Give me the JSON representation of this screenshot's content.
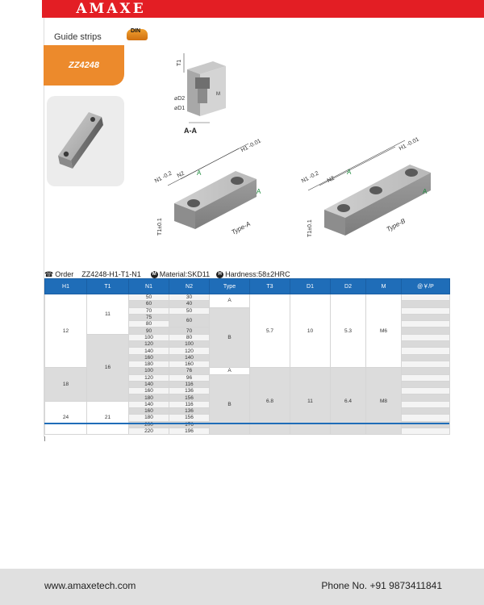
{
  "brand": {
    "logo_text": "AMAXE"
  },
  "header": {
    "section_title": "Guide strips",
    "standard_badge": "DIN",
    "part_code": "ZZ4248"
  },
  "drawing": {
    "section_label": "A-A",
    "dim_T1": "T1",
    "dim_M": "M",
    "dim_D2": "⌀D2",
    "dim_D1": "⌀D1",
    "dim_H1": "H1 -0.01",
    "dim_N1": "N1 -0.2",
    "dim_N2": "N2",
    "dim_T1_tol": "T1±0.1",
    "arrow_A": "A",
    "type_a": "Type-A",
    "type_b": "Type-B"
  },
  "order": {
    "order_label": "Order",
    "order_code": "ZZ4248-H1-T1-N1",
    "material_badge": "M",
    "material_text": "Material:SKD11",
    "hardness_badge": "H",
    "hardness_text": "Hardness:58±2HRC"
  },
  "table": {
    "headers": [
      "H1",
      "T1",
      "N1",
      "N2",
      "Type",
      "T3",
      "D1",
      "D2",
      "M",
      "@￥/P"
    ],
    "rows": [
      {
        "n1": "50",
        "n2": "30"
      },
      {
        "n1": "60",
        "n2": "40"
      },
      {
        "n1": "70",
        "n2": "50"
      },
      {
        "n1": "75",
        "n2": "60"
      },
      {
        "n1": "80",
        "n2": ""
      },
      {
        "n1": "90",
        "n2": "70"
      },
      {
        "n1": "100",
        "n2": "80"
      },
      {
        "n1": "120",
        "n2": "100"
      },
      {
        "n1": "140",
        "n2": "120"
      },
      {
        "n1": "160",
        "n2": "140"
      },
      {
        "n1": "180",
        "n2": "160"
      },
      {
        "n1": "100",
        "n2": "76"
      },
      {
        "n1": "120",
        "n2": "96"
      },
      {
        "n1": "140",
        "n2": "116"
      },
      {
        "n1": "160",
        "n2": "136"
      },
      {
        "n1": "180",
        "n2": "156"
      },
      {
        "n1": "140",
        "n2": "116"
      },
      {
        "n1": "160",
        "n2": "136"
      },
      {
        "n1": "180",
        "n2": "156"
      },
      {
        "n1": "200",
        "n2": "176"
      },
      {
        "n1": "220",
        "n2": "196"
      }
    ],
    "h1_values": [
      "12",
      "18",
      "24"
    ],
    "t1_values": [
      "11",
      "16",
      "21"
    ],
    "type_values": [
      "A",
      "B",
      "A",
      "B"
    ],
    "t3_values": [
      "5.7",
      "6.8"
    ],
    "d1_values": [
      "10",
      "11"
    ],
    "d2_values": [
      "5.3",
      "6.4"
    ],
    "m_values": [
      "M6",
      "M8"
    ]
  },
  "footer": {
    "website": "www.amaxetech.com",
    "phone": "Phone No. +91 9873411841"
  },
  "colors": {
    "brand_red": "#e31e24",
    "accent_orange": "#ec8a2c",
    "table_blue": "#1f6db8"
  }
}
